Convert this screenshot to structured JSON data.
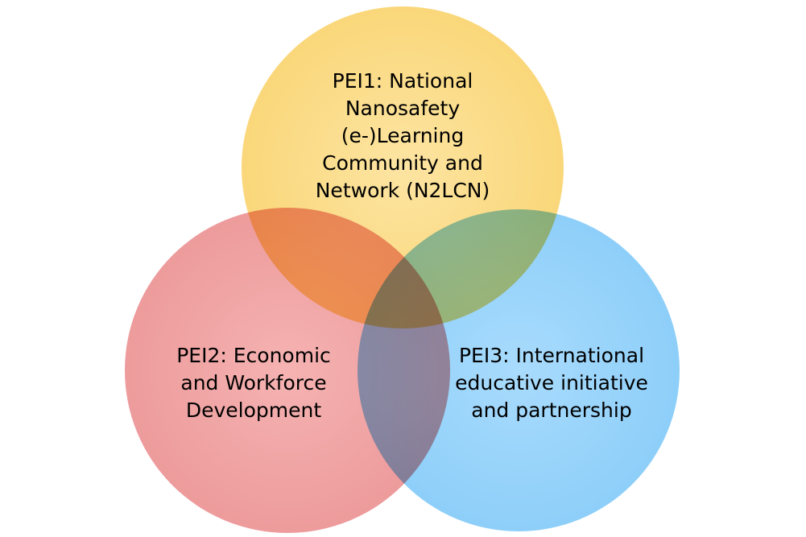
{
  "diagram": {
    "type": "venn",
    "circles": [
      {
        "id": "pei1",
        "label": "PEI1: National\nNanosafety\n(e-)Learning\nCommunity and\nNetwork (N2LCN)",
        "color": "#FBD06A"
      },
      {
        "id": "pei2",
        "label": "PEI2: Economic\nand Workforce\nDevelopment",
        "color": "#EE7C7E"
      },
      {
        "id": "pei3",
        "label": "PEI3: International\neducative initiative\nand partnership",
        "color": "#62B8F5"
      }
    ]
  }
}
